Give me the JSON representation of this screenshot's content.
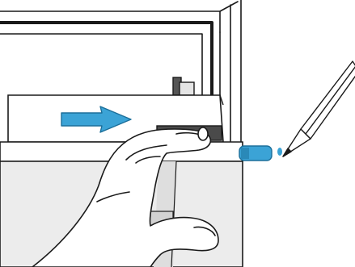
{
  "scene": {
    "colors": {
      "background": "#ffffff",
      "stroke": "#1a1a1a",
      "panel_fill": "#ececec",
      "panel_shadow": "#d9d9d9",
      "dark_part": "#555555",
      "accent": "#3ba3d6",
      "accent_dark": "#1c6f9a"
    },
    "parts": {
      "arrow_direction": "right",
      "tool": "pencil-icon",
      "hand": "hand-illustration",
      "component": "blue-tab"
    }
  }
}
